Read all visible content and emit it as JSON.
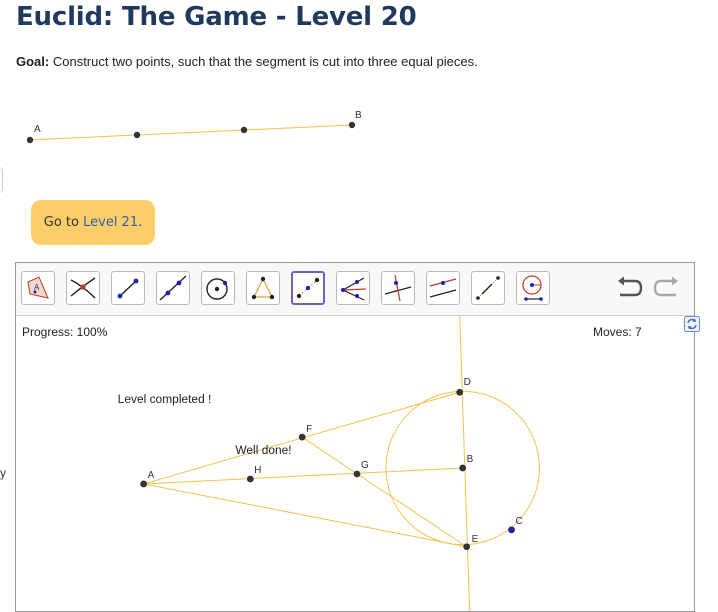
{
  "page": {
    "title": "Euclid: The Game - Level 20",
    "goal_label": "Goal:",
    "goal_text": " Construct two points, such that the segment is cut into three equal pieces.",
    "edge_text": "y"
  },
  "preview": {
    "label_a": "A",
    "label_b": "B"
  },
  "next_button": {
    "prefix": "Go to ",
    "link": "Level 21",
    "suffix": "."
  },
  "toolbar": {
    "tools": [
      "move-tool-icon",
      "intersect-tool-icon",
      "segment-tool-icon",
      "line-tool-icon",
      "circle-tool-icon",
      "triangle-tool-icon",
      "midpoint-tool-icon",
      "angle-bisector-tool-icon",
      "perpendicular-tool-icon",
      "parallel-tool-icon",
      "compass-segment-tool-icon",
      "compass-circle-tool-icon"
    ],
    "selected_tool": "midpoint-tool-icon",
    "undo_icon": "undo-icon",
    "redo_icon": "redo-icon"
  },
  "status": {
    "progress": "Progress: 100%",
    "moves": "Moves: 7"
  },
  "canvas": {
    "level_completed": "Level completed !",
    "well_done": "Well done!",
    "labels": {
      "A": "A",
      "B": "B",
      "C": "C",
      "D": "D",
      "E": "E",
      "F": "F",
      "G": "G",
      "H": "H"
    }
  },
  "colors": {
    "title": "#1f3a5c",
    "button": "#fdcd6a",
    "link": "#2f62a8",
    "construction": "#f2c14e",
    "point": "#333333",
    "blue_point": "#1a26a8",
    "selected_tool_border": "#6b63b5"
  }
}
